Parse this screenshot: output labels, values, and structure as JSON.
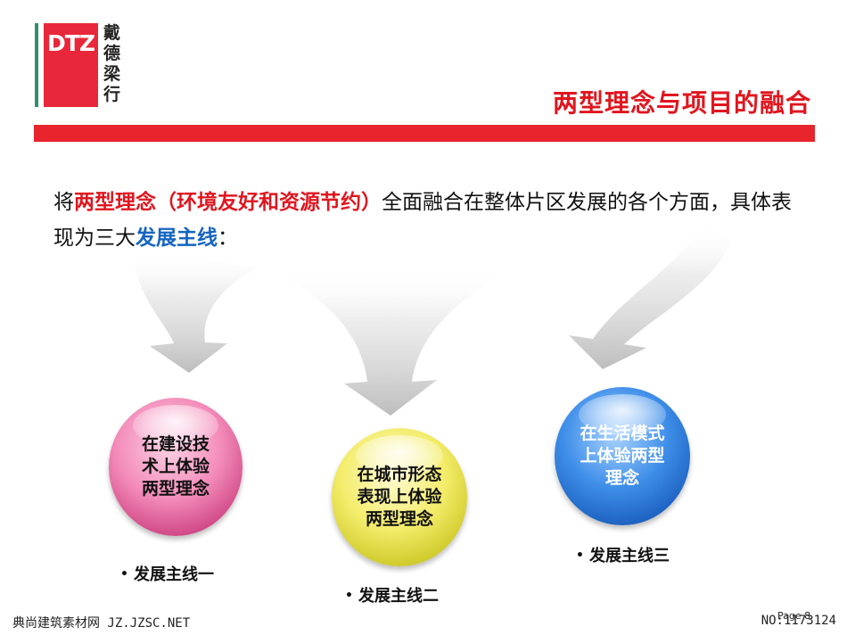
{
  "logo": {
    "mark": "DTZ",
    "name_chars": [
      "戴",
      "德",
      "梁",
      "行"
    ],
    "colors": {
      "box": "#e8283a",
      "line": "#2f8f6e"
    }
  },
  "header": {
    "title": "两型理念与项目的融合",
    "title_color": "#e0161f",
    "bar_color": "#e8242c"
  },
  "intro": {
    "part1": "将",
    "highlight_red": "两型理念（环境友好和资源节约）",
    "part2": "全面融合在整体片区发展的各个方面，具体表现为三大",
    "highlight_blue": "发展主线",
    "part3": "："
  },
  "bubbles": [
    {
      "text": "在建设技\n术上体验\n两型理念",
      "label": "发展主线一",
      "color": "pink"
    },
    {
      "text": "在城市形态\n表现上体验\n两型理念",
      "label": "发展主线二",
      "color": "yellow"
    },
    {
      "text": "在生活模式\n上体验两型\n理念",
      "label": "发展主线三",
      "color": "blue"
    }
  ],
  "footer": {
    "left": "典尚建筑素材网 JZ.JZSC.NET",
    "page": "Page 8",
    "right": "NO:1173124"
  }
}
